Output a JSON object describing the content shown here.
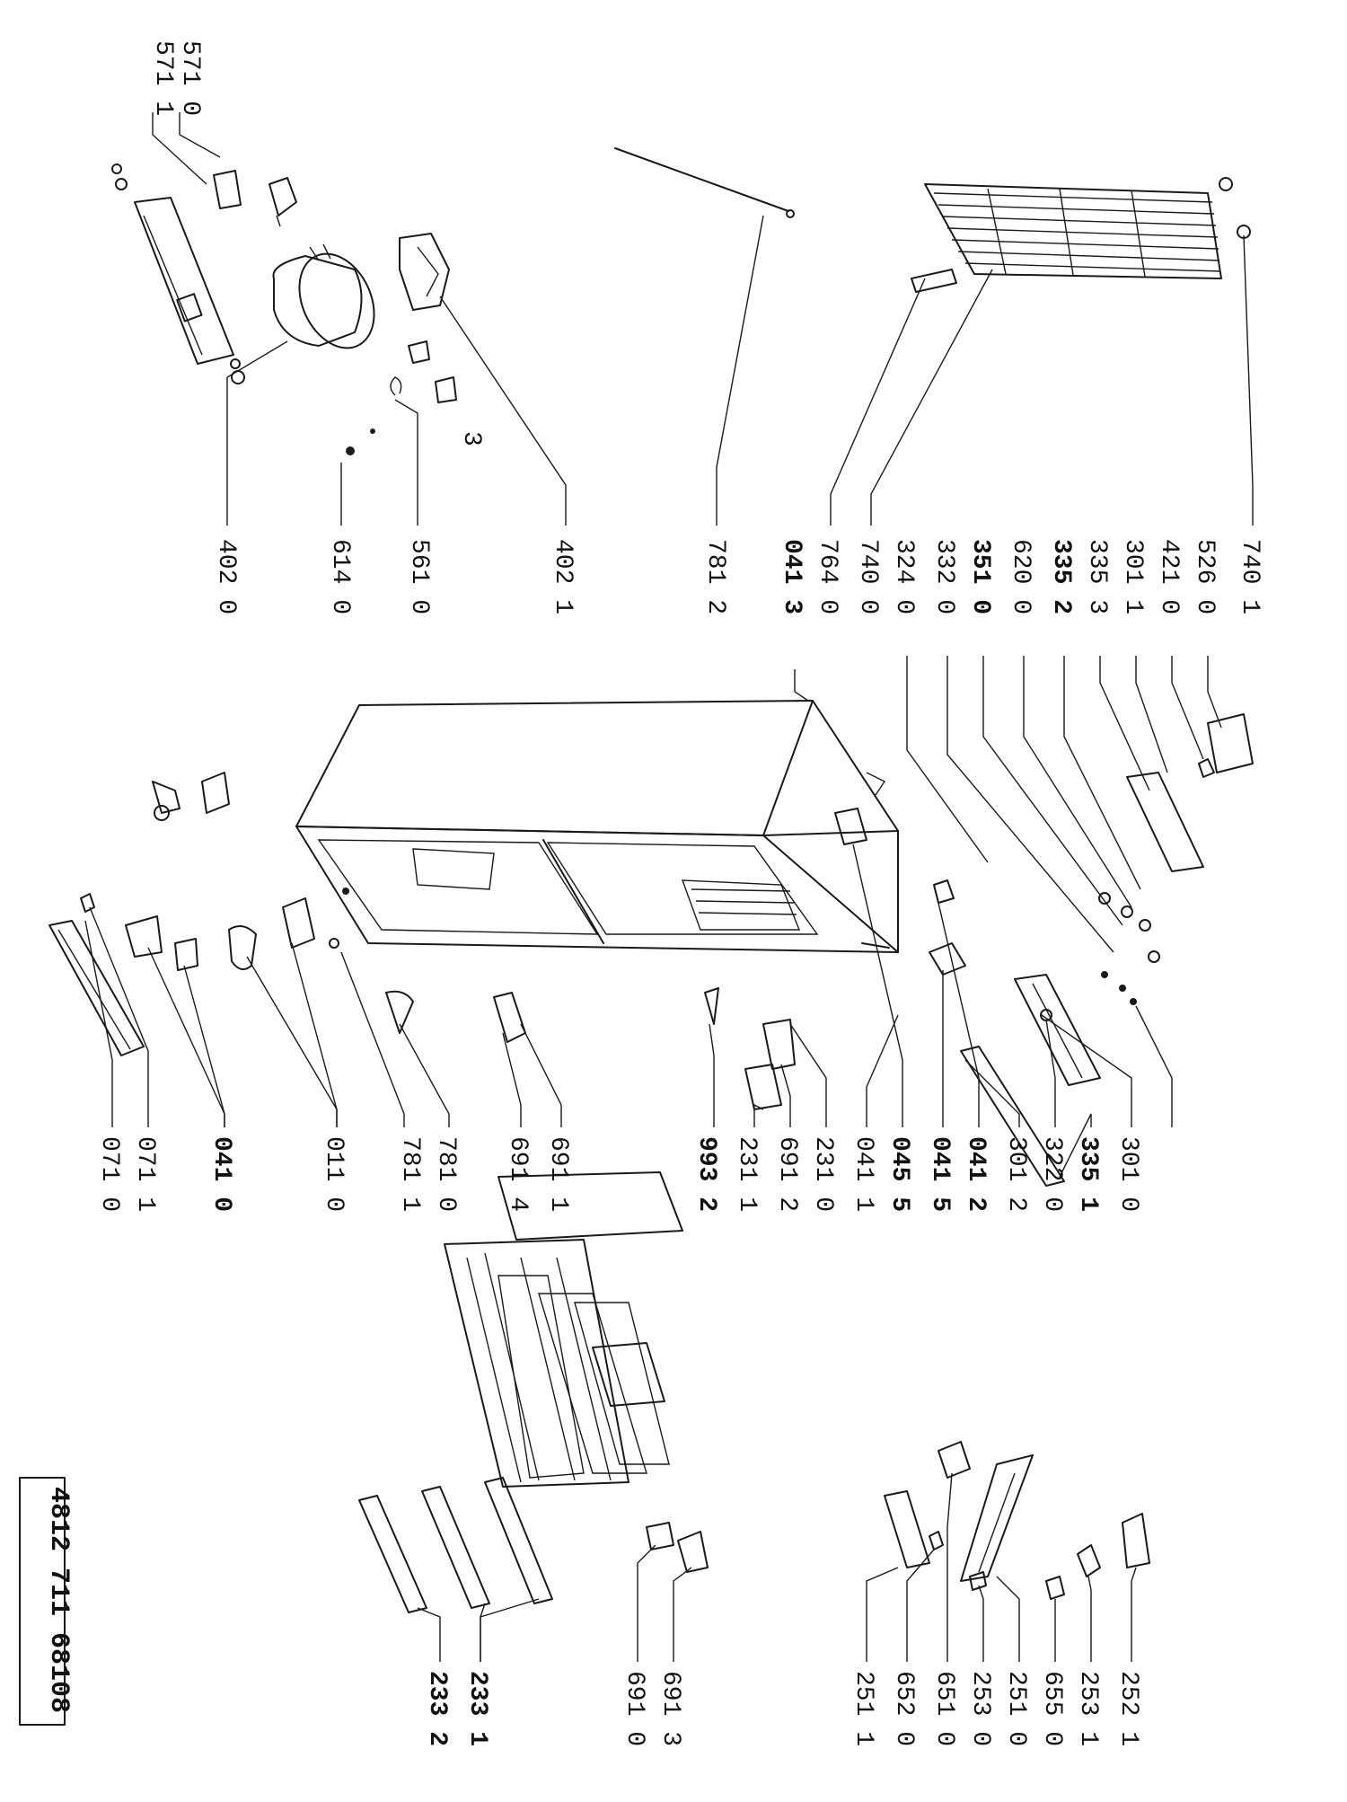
{
  "document_number": "4812 711 68108",
  "labels": [
    {
      "id": "5710",
      "text": "571 0",
      "bold": false
    },
    {
      "id": "5711",
      "text": "571 1",
      "bold": false
    },
    {
      "id": "4020",
      "text": "402 0",
      "bold": false
    },
    {
      "id": "6140",
      "text": "614 0",
      "bold": false
    },
    {
      "id": "5610",
      "text": "561 0",
      "bold": false
    },
    {
      "id": "4021",
      "text": "402 1",
      "bold": false
    },
    {
      "id": "7812",
      "text": "781 2",
      "bold": false
    },
    {
      "id": "0413",
      "text": "041 3",
      "bold": true
    },
    {
      "id": "7640",
      "text": "764 0",
      "bold": false
    },
    {
      "id": "7400",
      "text": "740 0",
      "bold": false
    },
    {
      "id": "3240",
      "text": "324 0",
      "bold": false
    },
    {
      "id": "3320",
      "text": "332 0",
      "bold": false
    },
    {
      "id": "3510",
      "text": "351 0",
      "bold": true
    },
    {
      "id": "6200",
      "text": "620 0",
      "bold": false
    },
    {
      "id": "3352",
      "text": "335 2",
      "bold": true
    },
    {
      "id": "3353",
      "text": "335 3",
      "bold": false
    },
    {
      "id": "3011",
      "text": "301 1",
      "bold": false
    },
    {
      "id": "4210",
      "text": "421 0",
      "bold": false
    },
    {
      "id": "5260",
      "text": "526 0",
      "bold": false
    },
    {
      "id": "7401",
      "text": "740 1",
      "bold": false
    },
    {
      "id": "0710",
      "text": "071 0",
      "bold": false
    },
    {
      "id": "0711",
      "text": "071 1",
      "bold": false
    },
    {
      "id": "0410",
      "text": "041 0",
      "bold": true
    },
    {
      "id": "0110",
      "text": "011 0",
      "bold": false
    },
    {
      "id": "7811",
      "text": "781 1",
      "bold": false
    },
    {
      "id": "7810",
      "text": "781 0",
      "bold": false
    },
    {
      "id": "6914",
      "text": "691 4",
      "bold": false
    },
    {
      "id": "6911",
      "text": "691 1",
      "bold": false
    },
    {
      "id": "9932",
      "text": "993 2",
      "bold": true
    },
    {
      "id": "2311",
      "text": "231 1",
      "bold": false
    },
    {
      "id": "6912",
      "text": "691 2",
      "bold": false
    },
    {
      "id": "2310",
      "text": "231 0",
      "bold": false
    },
    {
      "id": "0411",
      "text": "041 1",
      "bold": false
    },
    {
      "id": "0455",
      "text": "045 5",
      "bold": true
    },
    {
      "id": "0415",
      "text": "041 5",
      "bold": true
    },
    {
      "id": "0412",
      "text": "041 2",
      "bold": true
    },
    {
      "id": "3012",
      "text": "301 2",
      "bold": false
    },
    {
      "id": "3220",
      "text": "322 0",
      "bold": false
    },
    {
      "id": "3351",
      "text": "335 1",
      "bold": true
    },
    {
      "id": "3010",
      "text": "301 0",
      "bold": false
    },
    {
      "id": "2332",
      "text": "233 2",
      "bold": true
    },
    {
      "id": "2331",
      "text": "233 1",
      "bold": true
    },
    {
      "id": "6910",
      "text": "691 0",
      "bold": false
    },
    {
      "id": "6913",
      "text": "691 3",
      "bold": false
    },
    {
      "id": "2511",
      "text": "251 1",
      "bold": false
    },
    {
      "id": "6520",
      "text": "652 0",
      "bold": false
    },
    {
      "id": "6510",
      "text": "651 0",
      "bold": false
    },
    {
      "id": "2530",
      "text": "253 0",
      "bold": false
    },
    {
      "id": "2510",
      "text": "251 0",
      "bold": false
    },
    {
      "id": "6550",
      "text": "655 0",
      "bold": false
    },
    {
      "id": "2531",
      "text": "253 1",
      "bold": false
    },
    {
      "id": "2521",
      "text": "252 1",
      "bold": false
    }
  ]
}
